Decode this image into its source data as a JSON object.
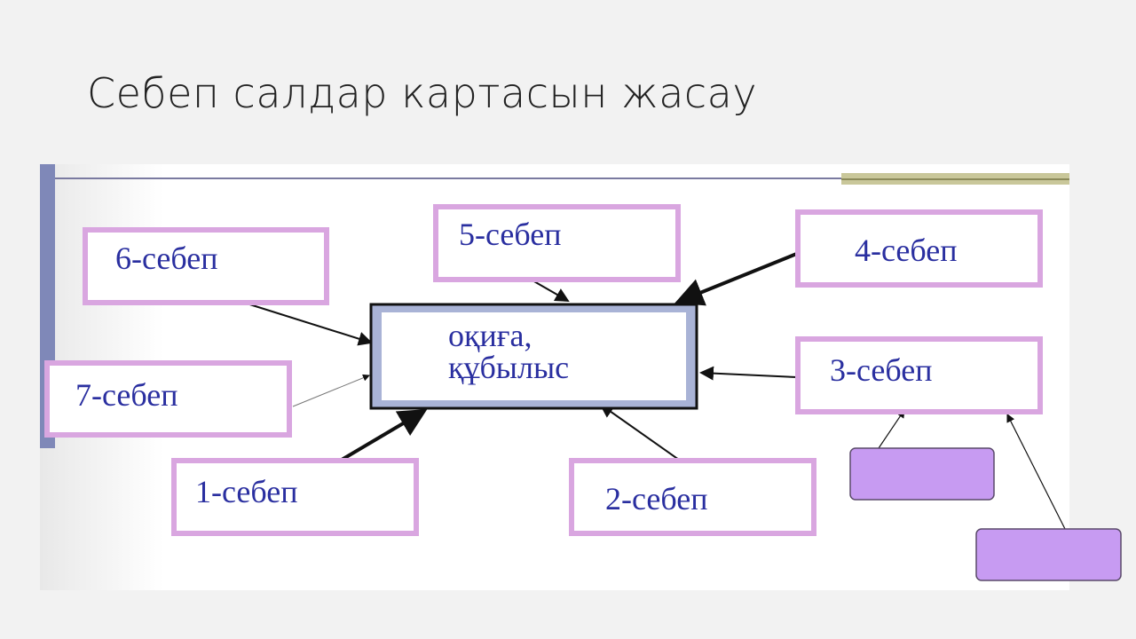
{
  "slide": {
    "title": "Себеп салдар картасын жасау"
  },
  "diagram": {
    "center": {
      "line1": "оқиға,",
      "line2": "құбылыс"
    },
    "causes": {
      "c1": "1-себеп",
      "c2": "2-себеп",
      "c3": "3-себеп",
      "c4": "4-себеп",
      "c5": "5-себеп",
      "c6": "6-себеп",
      "c7": "7-себеп"
    },
    "colors": {
      "box_border": "#d9a6e0",
      "label": "#2a2fa0",
      "center_fill": "#a9b3d6",
      "purple_box": "#c79bf2"
    }
  }
}
